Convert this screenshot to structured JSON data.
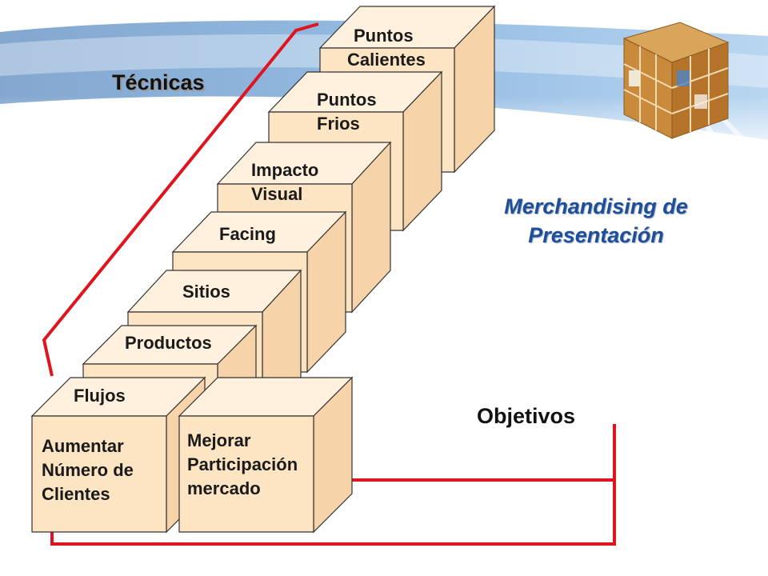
{
  "slide": {
    "title_line1": "Merchandising de",
    "title_line2": "Presentación",
    "techniques_heading": "Técnicas",
    "objectives_heading": "Objetivos"
  },
  "steps": [
    {
      "line1": "Flujos"
    },
    {
      "line1": "Productos"
    },
    {
      "line1": "Sitios"
    },
    {
      "line1": "Facing"
    },
    {
      "line1": "Impacto",
      "line2": "Visual"
    },
    {
      "line1": "Puntos",
      "line2": "Frios"
    },
    {
      "line1": "Puntos",
      "line2": "Calientes"
    }
  ],
  "objectives": [
    {
      "line1": "Aumentar",
      "line2": "Número de",
      "line3": "Clientes"
    },
    {
      "line1": "Mejorar",
      "line2": "Participación",
      "line3": "mercado"
    }
  ],
  "colors": {
    "box_front": "#fde5c3",
    "box_top": "#fff1dd",
    "box_side": "#f6d3a8",
    "box_stroke": "#333333",
    "connector": "#e0141e",
    "title": "#1f4e99",
    "banner_blue": "#4a86c5"
  },
  "icons": {
    "logo": "cube-logo-icon"
  }
}
